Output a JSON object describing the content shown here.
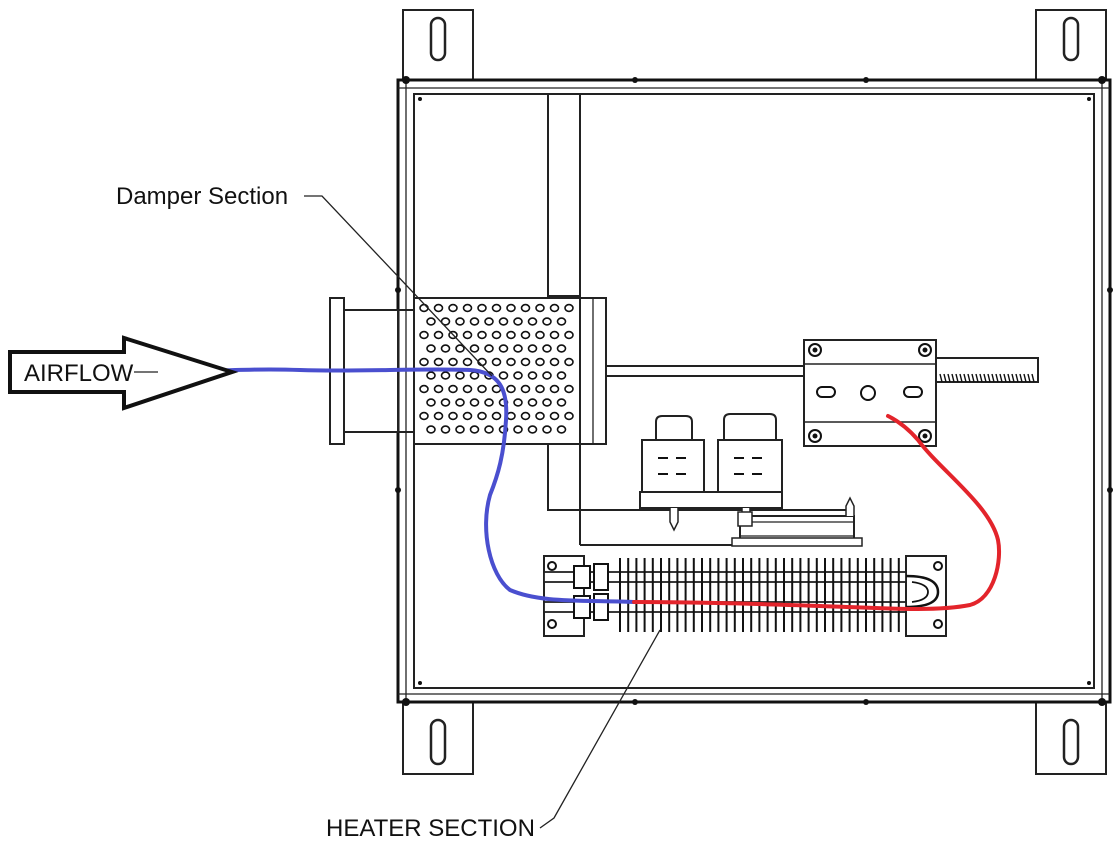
{
  "labels": {
    "airflow": "AIRFLOW",
    "damper": "Damper Section",
    "heater": "HEATER SECTION"
  },
  "colors": {
    "cold_air_path": "#4a4fcf",
    "hot_air_path": "#e3242b",
    "line": "#222222"
  }
}
